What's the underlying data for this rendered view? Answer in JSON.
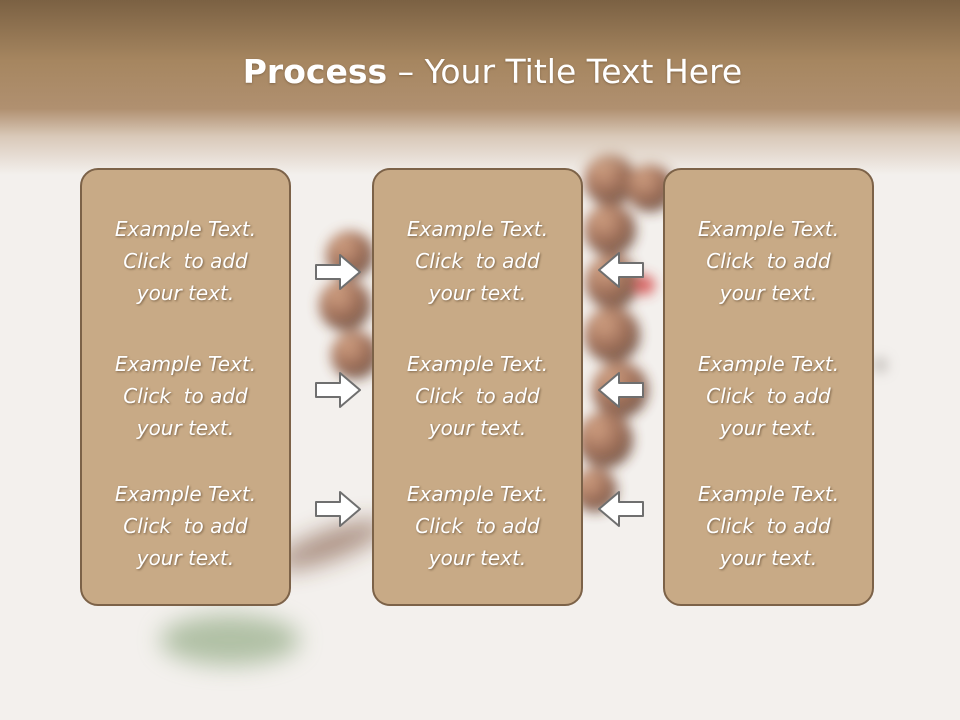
{
  "title": {
    "bold": "Process",
    "rest": " – Your Title Text Here"
  },
  "columns": [
    {
      "items": [
        {
          "l1": "Example Text.",
          "l2": "Click  to add",
          "l3": "your text."
        },
        {
          "l1": "Example Text.",
          "l2": "Click  to add",
          "l3": "your text."
        },
        {
          "l1": "Example Text.",
          "l2": "Click  to add",
          "l3": "your text."
        }
      ]
    },
    {
      "items": [
        {
          "l1": "Example Text.",
          "l2": "Click  to add",
          "l3": "your text."
        },
        {
          "l1": "Example Text.",
          "l2": "Click  to add",
          "l3": "your text."
        },
        {
          "l1": "Example Text.",
          "l2": "Click  to add",
          "l3": "your text."
        }
      ]
    },
    {
      "items": [
        {
          "l1": "Example Text.",
          "l2": "Click  to add",
          "l3": "your text."
        },
        {
          "l1": "Example Text.",
          "l2": "Click  to add",
          "l3": "your text."
        },
        {
          "l1": "Example Text.",
          "l2": "Click  to add",
          "l3": "your text."
        }
      ]
    }
  ],
  "arrows": {
    "left_group": "right-arrow-icon",
    "right_group": "left-arrow-icon"
  },
  "colors": {
    "header": "#a68660",
    "box_fill": "#c8aa86",
    "box_border": "#7c6248",
    "text": "#ffffff"
  }
}
